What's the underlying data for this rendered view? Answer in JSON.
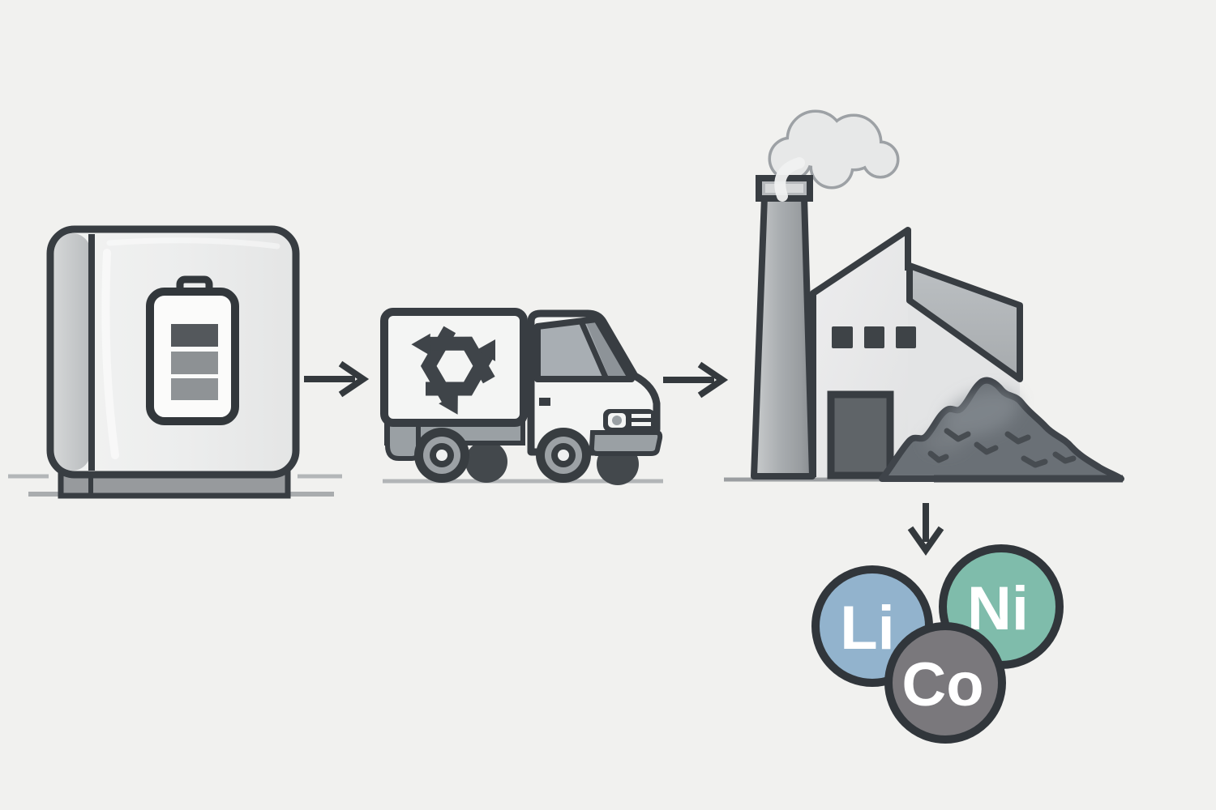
{
  "scene": {
    "background_color": "#f1f1ef",
    "outline_color": "#383d42",
    "description_icons": [
      "battery-pack-icon",
      "battery-charge-icon",
      "arrow-right-icon",
      "recycling-truck-icon",
      "recycle-symbol-icon",
      "arrow-right-icon",
      "factory-icon",
      "smoke-cloud-icon",
      "black-mass-pile-icon",
      "arrow-down-icon",
      "material-circle-icon"
    ]
  },
  "battery_pack": {
    "charge_bars": 3
  },
  "materials": [
    {
      "symbol": "Li",
      "color": "#92b3cd"
    },
    {
      "symbol": "Ni",
      "color": "#7fbcab"
    },
    {
      "symbol": "Co",
      "color": "#7a787c"
    }
  ],
  "arrows": [
    {
      "direction": "right"
    },
    {
      "direction": "right"
    },
    {
      "direction": "down"
    }
  ]
}
